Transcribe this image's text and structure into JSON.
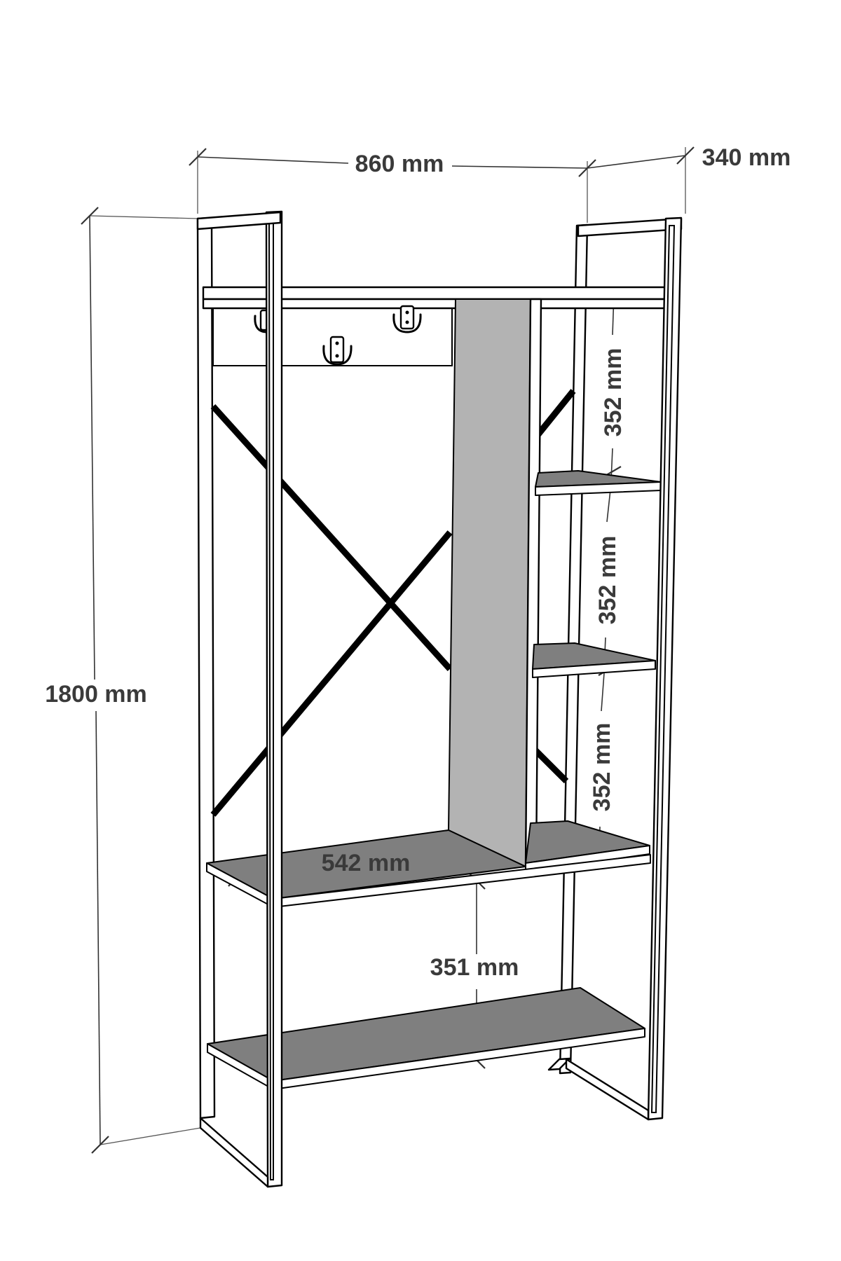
{
  "dimensions": {
    "width": "860 mm",
    "depth": "340 mm",
    "height": "1800 mm",
    "shelf_gap_1": "352 mm",
    "shelf_gap_2": "352 mm",
    "shelf_gap_3": "352 mm",
    "hanging_width": "542 mm",
    "bottom_gap": "351 mm"
  },
  "colors": {
    "shelf": "#7f7f7f",
    "divider_panel": "#b3b3b3",
    "frame": "#ffffff",
    "outline": "#000000",
    "label_text": "#3a3a3a"
  },
  "icons": [
    "coat-hook-icon"
  ]
}
